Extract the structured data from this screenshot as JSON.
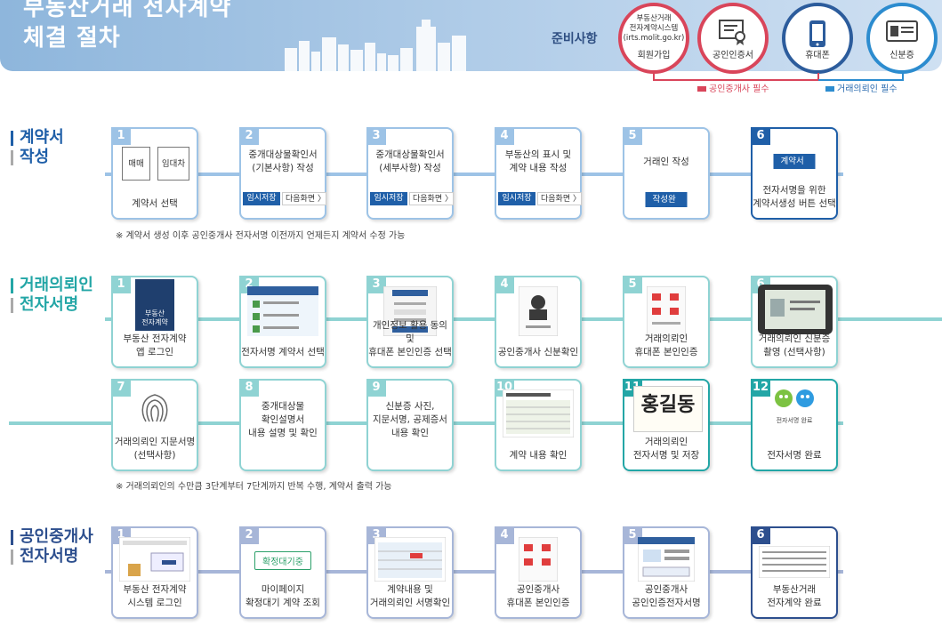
{
  "header": {
    "title_line1": "부동산거래 전자계약",
    "title_line2": "체결 절차",
    "prep_label": "준비사항",
    "prep_items": [
      {
        "tiny": "부동산거래\n전자계약시스템\n(irts.molit.go.kr)",
        "label": "회원가입"
      },
      {
        "label": "공인인증서"
      },
      {
        "label": "휴대폰"
      },
      {
        "label": "신분증"
      }
    ],
    "req_agent": "공인중개사 필수",
    "req_client": "거래의뢰인 필수"
  },
  "sections": [
    {
      "title_line1": "계약서",
      "title_line2": "작성",
      "steps": [
        {
          "num": "1",
          "caption": "계약서 선택",
          "doc1": "매매",
          "doc2": "임대차"
        },
        {
          "num": "2",
          "mid": "중개대상물확인서\n(기본사항) 작성",
          "save": "임시저장",
          "next": "다음화면 〉"
        },
        {
          "num": "3",
          "mid": "중개대상물확인서\n(세부사항) 작성",
          "save": "임시저장",
          "next": "다음화면 〉"
        },
        {
          "num": "4",
          "mid": "부동산의 표시 및\n계약 내용 작성",
          "save": "임시저장",
          "next": "다음화면 〉"
        },
        {
          "num": "5",
          "mid": "거래인 작성",
          "button": "작성완료"
        },
        {
          "num": "6",
          "button": "계약서생성",
          "caption": "전자서명을 위한\n계약서생성 버튼 선택"
        }
      ],
      "note": "※ 계약서 생성 이후 공인중개사 전자서명 이전까지 언제든지 계약서 수정 가능"
    },
    {
      "title_line1": "거래의뢰인",
      "title_line2": "전자서명",
      "steps": [
        {
          "num": "1",
          "caption": "부동산 전자계약\n앱 로그인",
          "app": "부동산\n전자계약"
        },
        {
          "num": "2",
          "caption": "전자서명 계약서 선택"
        },
        {
          "num": "3",
          "caption": "개인정보 활용 동의 및\n휴대폰 본인인증 선택"
        },
        {
          "num": "4",
          "caption": "공인중개사 신분확인"
        },
        {
          "num": "5",
          "caption": "거래의뢰인\n휴대폰 본인인증"
        },
        {
          "num": "6",
          "caption": "거래의뢰인 신분증\n촬영 (선택사항)"
        },
        {
          "num": "7",
          "caption": "거래의뢰인 지문서명\n(선택사항)"
        },
        {
          "num": "8",
          "mid": "중개대상물\n확인설명서\n내용 설명 및 확인"
        },
        {
          "num": "9",
          "mid": "신분증 사진,\n지문서명, 공제증서\n내용 확인"
        },
        {
          "num": "10",
          "caption": "계약 내용 확인"
        },
        {
          "num": "11",
          "caption": "거래의뢰인\n전자서명 및 저장",
          "sig": "홍길동"
        },
        {
          "num": "12",
          "caption": "전자서명 완료",
          "done": "전자서명 완료"
        }
      ],
      "note": "※ 거래의뢰인의 수만큼 3단계부터 7단계까지 반복 수행, 계약서 출력 가능"
    },
    {
      "title_line1": "공인중개사",
      "title_line2": "전자서명",
      "steps": [
        {
          "num": "1",
          "caption": "부동산 전자계약\n시스템 로그인"
        },
        {
          "num": "2",
          "caption": "마이페이지\n확정대기 계약 조회",
          "tag": "확정대기중"
        },
        {
          "num": "3",
          "caption": "계약내용 및\n거래의뢰인 서명확인"
        },
        {
          "num": "4",
          "caption": "공인중개사\n휴대폰 본인인증"
        },
        {
          "num": "5",
          "caption": "공인중개사\n공인인증전자서명"
        },
        {
          "num": "6",
          "caption": "부동산거래\n전자계약 완료"
        }
      ]
    }
  ]
}
